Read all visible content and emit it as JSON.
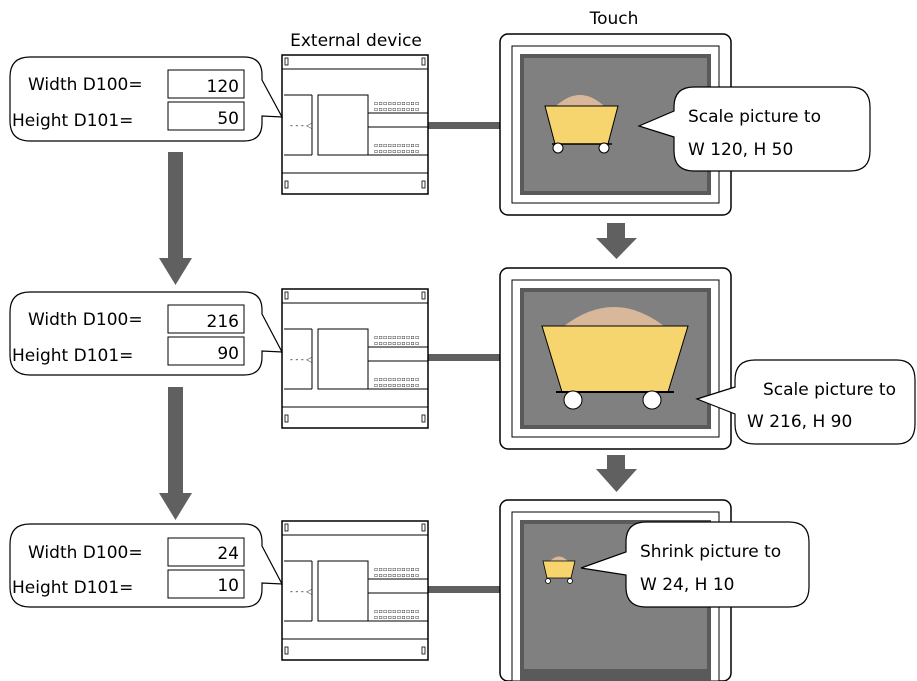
{
  "labels": {
    "external_device": "External device",
    "touch": "Touch"
  },
  "rows": [
    {
      "width_label": "Width D100=",
      "height_label": "Height D101=",
      "width_value": "120",
      "height_value": "50",
      "callout_line1": "Scale picture to",
      "callout_line2": "W 120, H 50"
    },
    {
      "width_label": "Width D100=",
      "height_label": "Height D101=",
      "width_value": "216",
      "height_value": "90",
      "callout_line1": "Scale picture to",
      "callout_line2": "W 216, H 90"
    },
    {
      "width_label": "Width D100=",
      "height_label": "Height D101=",
      "width_value": "24",
      "height_value": "10",
      "callout_line1": "Shrink picture to",
      "callout_line2": "W 24, H 10"
    }
  ],
  "colors": {
    "arrow": "#606060",
    "screen": "#808080",
    "cart_body": "#f7d56e",
    "cart_load": "#d8b79a"
  }
}
